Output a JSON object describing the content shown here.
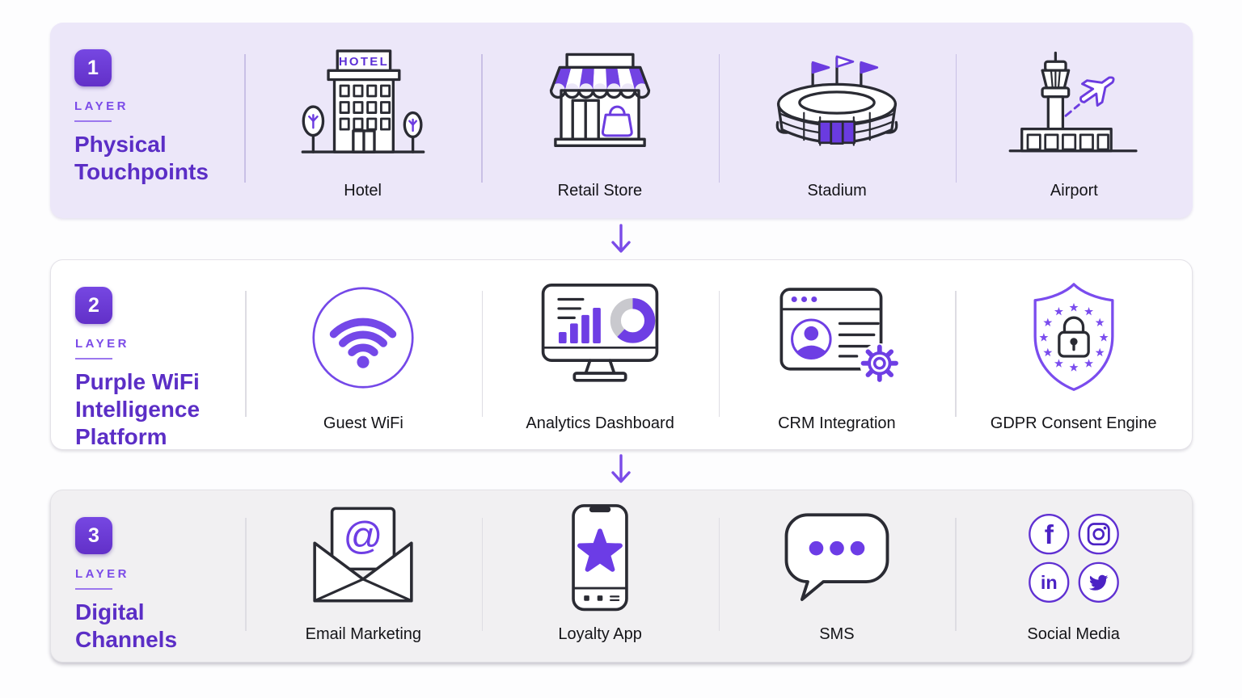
{
  "colors": {
    "accent_purple": "#6C3CE0",
    "badge_purple": "#6B38D8",
    "title_purple": "#5B2EC6",
    "eyebrow_purple": "#7B4BE8",
    "outline_ink": "#2A2B33",
    "layer1_bg": "#ECE7F9",
    "layer2_bg": "#FFFFFF",
    "layer3_bg": "#F1F0F2"
  },
  "flow_arrows": [
    "arrow-down-icon",
    "arrow-down-icon"
  ],
  "layers": [
    {
      "number": "1",
      "eyebrow": "LAYER",
      "title": "Physical Touchpoints",
      "items": [
        {
          "label": "Hotel",
          "icon": "hotel-icon",
          "sign_text": "HOTEL"
        },
        {
          "label": "Retail Store",
          "icon": "retail-store-icon"
        },
        {
          "label": "Stadium",
          "icon": "stadium-icon"
        },
        {
          "label": "Airport",
          "icon": "airport-icon"
        }
      ]
    },
    {
      "number": "2",
      "eyebrow": "LAYER",
      "title": "Purple WiFi Intelligence Platform",
      "items": [
        {
          "label": "Guest WiFi",
          "icon": "wifi-icon"
        },
        {
          "label": "Analytics Dashboard",
          "icon": "analytics-dashboard-icon"
        },
        {
          "label": "CRM Integration",
          "icon": "crm-integration-icon"
        },
        {
          "label": "GDPR Consent Engine",
          "icon": "gdpr-shield-icon"
        }
      ]
    },
    {
      "number": "3",
      "eyebrow": "LAYER",
      "title": "Digital Channels",
      "items": [
        {
          "label": "Email Marketing",
          "icon": "email-marketing-icon"
        },
        {
          "label": "Loyalty App",
          "icon": "loyalty-app-icon"
        },
        {
          "label": "SMS",
          "icon": "sms-bubble-icon"
        },
        {
          "label": "Social Media",
          "icon": "social-media-icon",
          "networks": [
            "facebook",
            "instagram",
            "linkedin",
            "twitter"
          ]
        }
      ]
    }
  ]
}
